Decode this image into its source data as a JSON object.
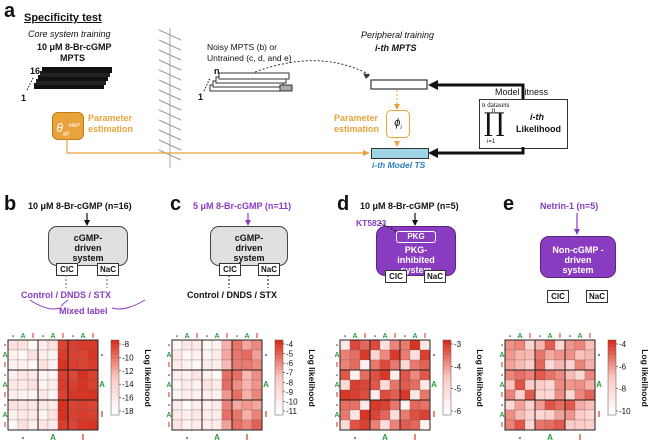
{
  "panel_a": {
    "letter": "a",
    "heading": "Specificity test",
    "core_title": "Core system training",
    "core_dose": "10 μM 8-Br-cGMP",
    "core_dose2": "MPTS",
    "stack_top": "16",
    "stack_bottom": "1",
    "param_symbol": "θ",
    "param_sub": "all",
    "param_sup": "MAP",
    "param_label1": "Parameter",
    "param_label2": "estimation",
    "noisy_line1": "Noisy MPTS (b) or",
    "noisy_line2": "Untrained (c, d, and e)",
    "noisy_n": "n",
    "noisy_1": "1",
    "periph_title": "Peripheral training",
    "periph_mpts": "i-th MPTS",
    "phi": "ϕ",
    "phi_sub": "i",
    "param2_label1": "Parameter",
    "param2_label2": "estimation",
    "model_ts": "i-th Model TS",
    "fitness": "Model fitness",
    "ndatasets": "n datasets",
    "prod_top": "n",
    "prod_bottom": "i=1",
    "likelihood1": "i-th",
    "likelihood2": "Likelihood"
  },
  "panels": [
    {
      "letter": "b",
      "stim": "10 μM 8-Br-cGMP (n=16)",
      "stim_color": "#111",
      "system": "cGMP-driven system",
      "sys_color": "#e0e0e0",
      "channels": [
        "ClC",
        "NaC"
      ],
      "below": "Control / DNDS / STX",
      "below_color": "#8a3cc0",
      "note": "Mixed label",
      "cbar": [
        "-8",
        "-10",
        "-12",
        "-14",
        "-16",
        "-18"
      ]
    },
    {
      "letter": "c",
      "stim": "5 μM 8-Br-cGMP (n=11)",
      "stim_color": "#8a3cc0",
      "system": "cGMP-driven system",
      "sys_color": "#e0e0e0",
      "channels": [
        "ClC",
        "NaC"
      ],
      "below": "Control / DNDS / STX",
      "below_color": "#111",
      "note": "",
      "cbar": [
        "-4",
        "-5",
        "-6",
        "-7",
        "-8",
        "-9",
        "-10",
        "-11"
      ]
    },
    {
      "letter": "d",
      "stim": "10 μM 8-Br-cGMP (n=5)",
      "stim_color": "#111",
      "inhibitor": "KT5823",
      "kinase": "PKG",
      "system": "PKG-inhibited system",
      "sys_color": "#8a3cc0",
      "channels": [
        "ClC",
        "NaC"
      ],
      "below": "",
      "below_color": "#111",
      "note": "",
      "cbar": [
        "-3",
        "-4",
        "-5",
        "-6"
      ]
    },
    {
      "letter": "e",
      "stim": "Netrin-1 (n=5)",
      "stim_color": "#8a3cc0",
      "system": "Non-cGMP -driven system",
      "sys_color": "#8a3cc0",
      "channels": [
        "ClC",
        "NaC"
      ],
      "below": "",
      "below_color": "#111",
      "note": "",
      "cbar": [
        "-4",
        "-6",
        "-8",
        "-10"
      ]
    }
  ],
  "heatmap_axis": {
    "cbar_label": "Log likelihood",
    "bottom_labels": [
      "-",
      "A",
      "I"
    ],
    "top_labels": [
      "-",
      "A",
      "I",
      "-",
      "A",
      "I",
      "-",
      "A",
      "I"
    ],
    "left_labels": [
      "-",
      "A",
      "I",
      "-",
      "A",
      "I",
      "-",
      "A",
      "I"
    ],
    "right_labels": [
      "-",
      "A",
      "I"
    ]
  },
  "colors": {
    "orange": "#e8a33c",
    "purple": "#8a3cc0",
    "blue_box": "#9fd3e6",
    "heat_dark": "#d7301f",
    "heat_light": "#fde0dd"
  }
}
